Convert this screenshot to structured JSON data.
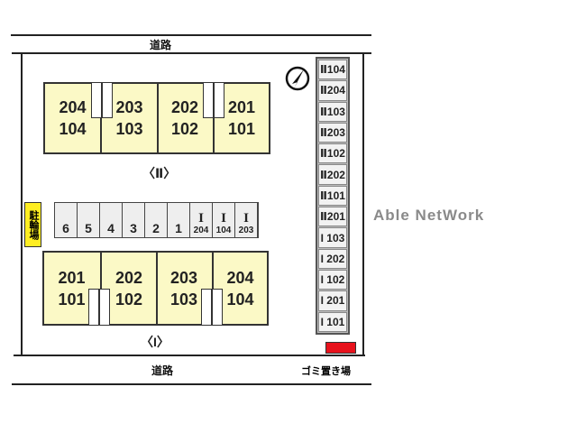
{
  "roads": {
    "top": "道路",
    "bottom": "道路"
  },
  "garbage_area": {
    "label": "ゴミ置き場",
    "color": "#e8121c"
  },
  "bike_parking": {
    "label": "駐輪場",
    "color": "#ffee22"
  },
  "building_2": {
    "name": "〈Ⅱ〉",
    "units": [
      {
        "upper": "204",
        "lower": "104"
      },
      {
        "upper": "203",
        "lower": "103"
      },
      {
        "upper": "202",
        "lower": "102"
      },
      {
        "upper": "201",
        "lower": "101"
      }
    ]
  },
  "building_1": {
    "name": "〈I〉",
    "units": [
      {
        "upper": "201",
        "lower": "101"
      },
      {
        "upper": "202",
        "lower": "102"
      },
      {
        "upper": "203",
        "lower": "103"
      },
      {
        "upper": "204",
        "lower": "104"
      }
    ]
  },
  "parking_column": [
    "Ⅱ104",
    "Ⅱ204",
    "Ⅱ103",
    "Ⅱ203",
    "Ⅱ102",
    "Ⅱ202",
    "Ⅱ101",
    "Ⅱ201",
    "I 103",
    "I 202",
    "I 102",
    "I 201",
    "I 101"
  ],
  "bike_row": [
    {
      "top": "",
      "label": "6"
    },
    {
      "top": "",
      "label": "5"
    },
    {
      "top": "",
      "label": "4"
    },
    {
      "top": "",
      "label": "3"
    },
    {
      "top": "",
      "label": "2"
    },
    {
      "top": "",
      "label": "1"
    },
    {
      "top": "I",
      "label": "204"
    },
    {
      "top": "I",
      "label": "104"
    },
    {
      "top": "I",
      "label": "203"
    }
  ],
  "watermark": "Able NetWork",
  "compass": "north-arrow"
}
